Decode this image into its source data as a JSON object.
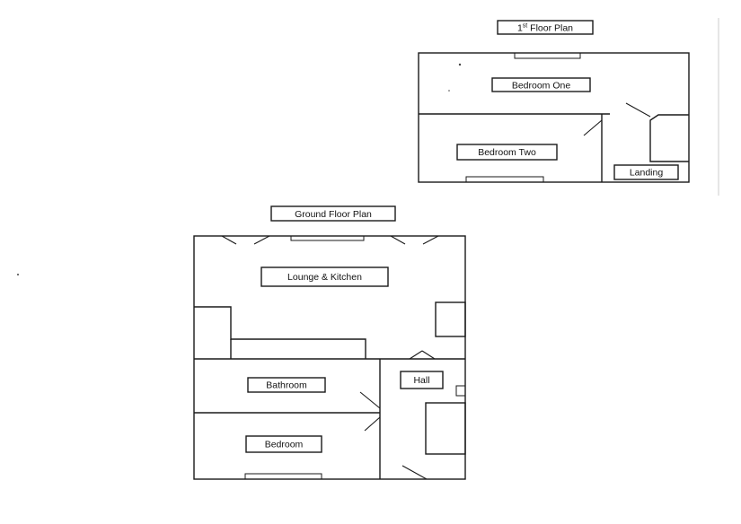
{
  "first_floor": {
    "title_number": "1",
    "title_superscript": "st",
    "title_rest": " Floor Plan",
    "rooms": {
      "bedroom_one": "Bedroom One",
      "bedroom_two": "Bedroom Two",
      "landing": "Landing"
    }
  },
  "ground_floor": {
    "title": "Ground Floor Plan",
    "rooms": {
      "lounge_kitchen": "Lounge & Kitchen",
      "bathroom": "Bathroom",
      "bedroom": "Bedroom",
      "hall": "Hall"
    }
  }
}
